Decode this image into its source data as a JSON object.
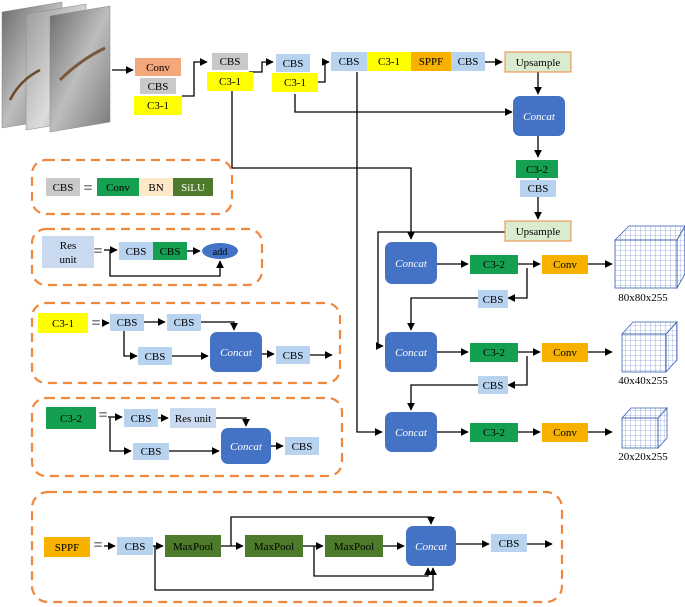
{
  "colors": {
    "cbs": "#b8d3ef",
    "cbs_gray": "#c9c9c9",
    "conv_orange": "#f4a77a",
    "c31": "#ffff00",
    "c32": "#14a050",
    "sppf": "#f9b100",
    "conv_head": "#f9b100",
    "conv_bn": "#14a050",
    "bn": "#fde9c8",
    "silu": "#4e7a2b",
    "maxpool": "#4e7a2b",
    "concat": "#4472c4",
    "upsample": "#d9ecd0",
    "upsample_border": "#f0873c",
    "legend_border": "#f0873c"
  },
  "backbone": {
    "conv": "Conv",
    "cbs1": "CBS",
    "c31_1": "C3-1",
    "cbs2": "CBS",
    "c31_2": "C3-1",
    "cbs3": "CBS",
    "c31_3": "C3-1",
    "cbs4": "CBS",
    "c31_4": "C3-1",
    "sppf": "SPPF",
    "cbs5": "CBS"
  },
  "neck": {
    "upsample1": "Upsample",
    "concat1": "Concat",
    "c32": "C3-2",
    "cbs": "CBS",
    "upsample2": "Upsample"
  },
  "head": {
    "concat1": "Concat",
    "c32_1": "C3-2",
    "conv1": "Conv",
    "cbs1": "CBS",
    "out1": "80x80x255",
    "concat2": "Concat",
    "c32_2": "C3-2",
    "conv2": "Conv",
    "cbs2": "CBS",
    "out2": "40x40x255",
    "concat3": "Concat",
    "c32_3": "C3-2",
    "conv3": "Conv",
    "out3": "20x20x255"
  },
  "legend_cbs": {
    "name": "CBS",
    "eq": "=",
    "conv": "Conv",
    "bn": "BN",
    "silu": "SiLU"
  },
  "legend_res": {
    "name_line1": "Res",
    "name_line2": "unit",
    "eq": "=",
    "cbs1": "CBS",
    "cbs2": "CBS",
    "add": "add"
  },
  "legend_c31": {
    "name": "C3-1",
    "eq": "=",
    "cbs1": "CBS",
    "cbs2": "CBS",
    "cbs3": "CBS",
    "concat": "Concat",
    "cbs_out": "CBS"
  },
  "legend_c32": {
    "name": "C3-2",
    "eq": "=",
    "cbs1": "CBS",
    "res": "Res unit",
    "cbs2": "CBS",
    "concat": "Concat",
    "cbs_out": "CBS"
  },
  "legend_sppf": {
    "name": "SPPF",
    "eq": "=",
    "cbs": "CBS",
    "mp1": "MaxPool",
    "mp2": "MaxPool",
    "mp3": "MaxPool",
    "concat": "Concat",
    "cbs_out": "CBS"
  }
}
